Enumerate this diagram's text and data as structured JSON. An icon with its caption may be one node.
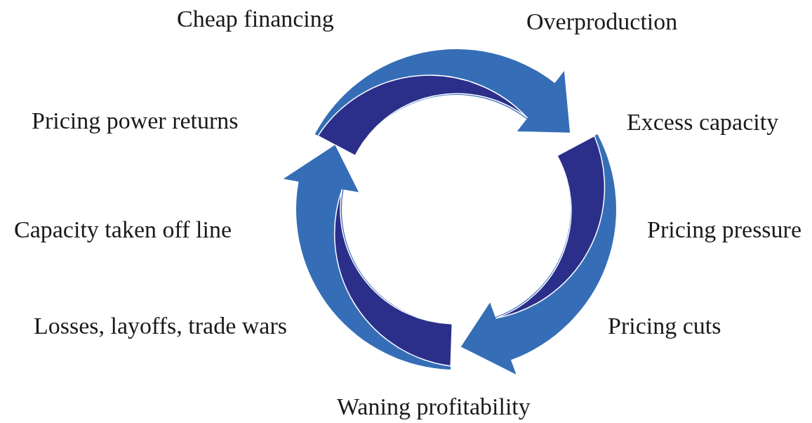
{
  "diagram": {
    "labels": [
      "Cheap financing",
      "Overproduction",
      "Pricing power returns",
      "Excess capacity",
      "Capacity taken off line",
      "Pricing pressure",
      "Losses, layoffs, trade wars",
      "Pricing cuts",
      "Waning profitability"
    ]
  }
}
